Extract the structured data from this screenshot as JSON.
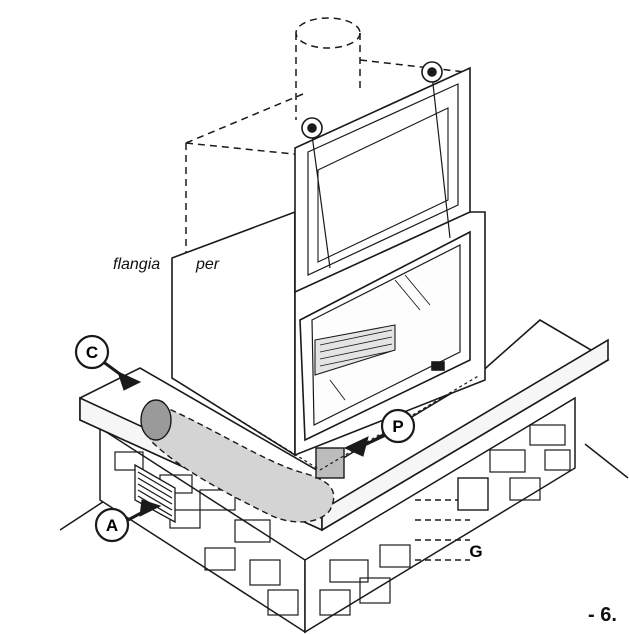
{
  "captions": {
    "word1": "flangia",
    "word2": "per",
    "page_number": "- 6."
  },
  "callouts": {
    "c": "C",
    "p": "P",
    "a": "A",
    "g": "G"
  },
  "colors": {
    "line": "#1a1a1a",
    "duct_fill": "#d4d4d4",
    "duct_dark": "#9a9a9a",
    "background": "#ffffff"
  }
}
